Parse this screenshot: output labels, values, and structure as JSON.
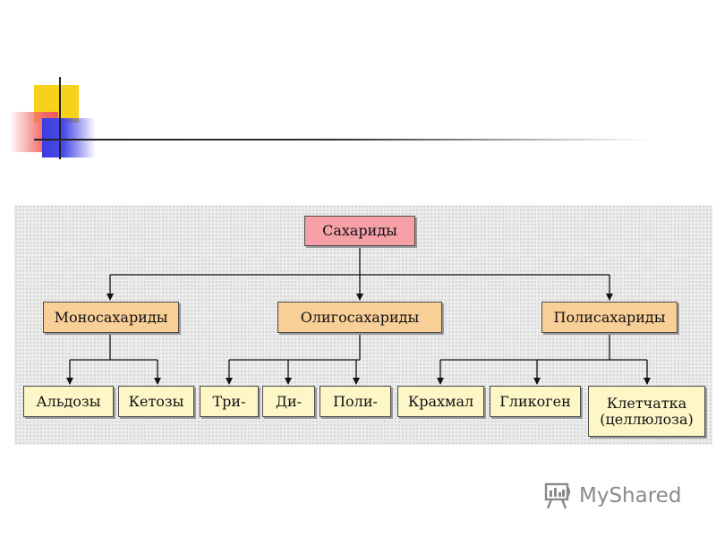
{
  "diagram": {
    "root": "Сахариды",
    "level1": [
      "Моносахариды",
      "Олигосахариды",
      "Полисахариды"
    ],
    "level2": [
      "Альдозы",
      "Кетозы",
      "Три-",
      "Ди-",
      "Поли-",
      "Крахмал",
      "Гликоген",
      "Клетчатка\n(целлюлоза)"
    ]
  },
  "watermark": {
    "text": "MyShared"
  },
  "colors": {
    "root_fill": "#f6a0a8",
    "level1_fill": "#f9cf98",
    "level2_fill": "#fdf7c8",
    "accent_yellow": "#f7d21a",
    "accent_red": "#f05656",
    "accent_blue": "#3c3ce0"
  }
}
